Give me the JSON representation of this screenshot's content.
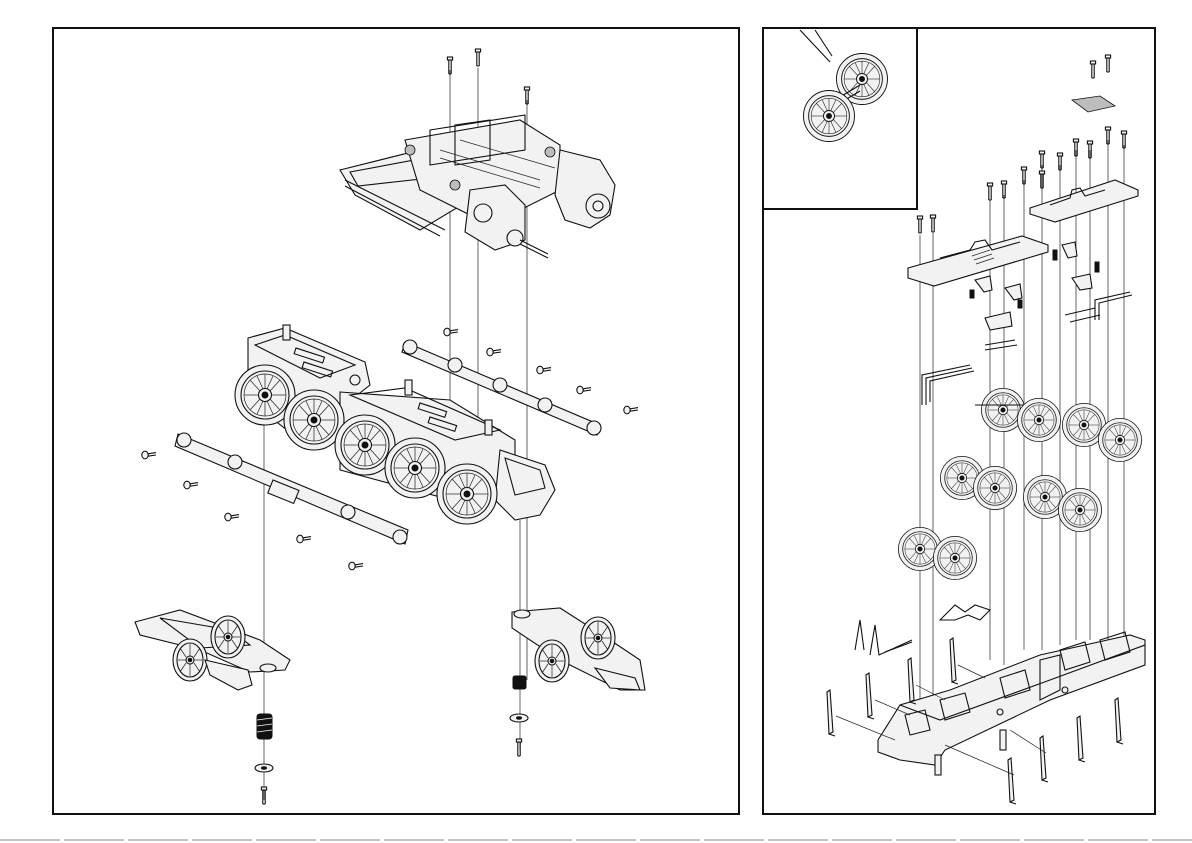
{
  "page": {
    "left_panel": "exploded-view-chassis-and-bogies",
    "right_panel": "exploded-view-tender-underframe",
    "inset": "wheelset-detail",
    "colors": {
      "line": "#111111",
      "paper": "#ffffff",
      "shade": "#bdbdbd",
      "fill": "#f2f2f2"
    }
  }
}
